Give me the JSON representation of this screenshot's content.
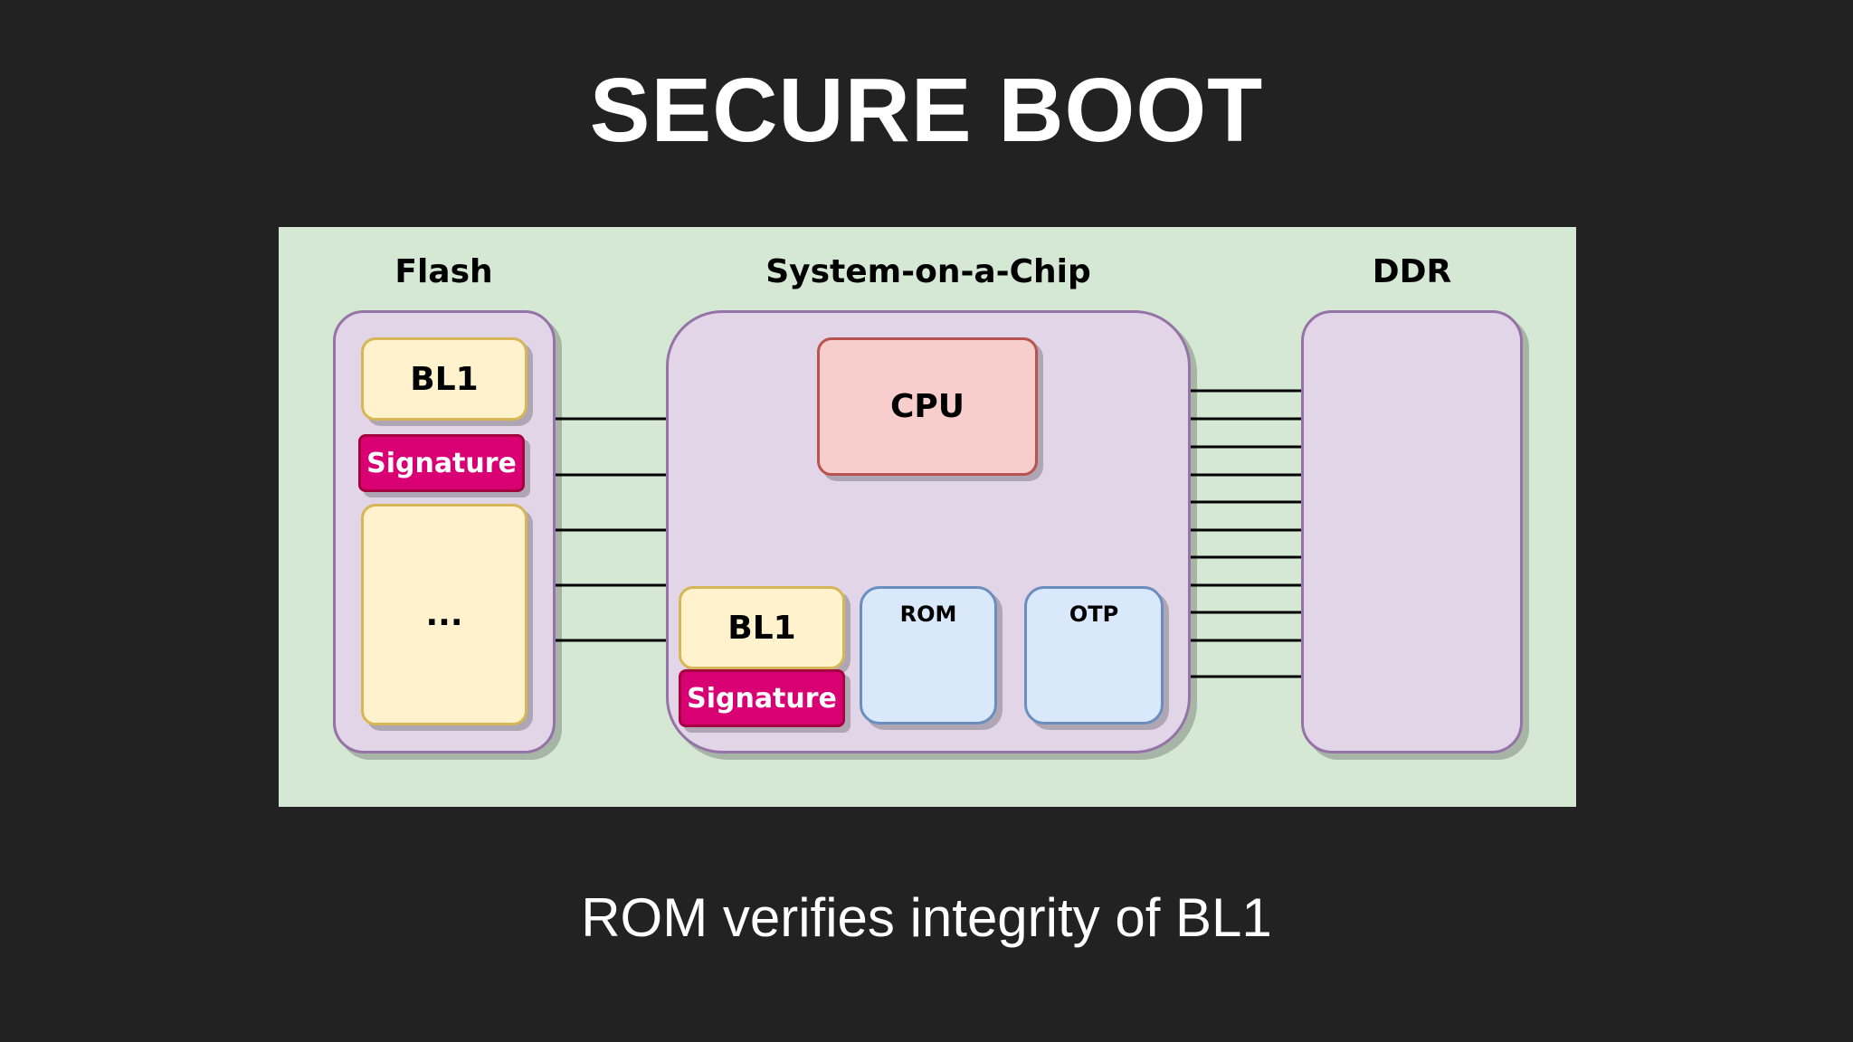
{
  "slide": {
    "title": "SECURE BOOT",
    "caption": "ROM verifies integrity of BL1"
  },
  "diagram": {
    "flash": {
      "label": "Flash",
      "bl1": "BL1",
      "signature": "Signature",
      "ellipsis": "..."
    },
    "soc": {
      "label": "System-on-a-Chip",
      "cpu": "CPU",
      "bl1": "BL1",
      "signature": "Signature",
      "rom": "ROM",
      "otp": "OTP"
    },
    "ddr": {
      "label": "DDR"
    }
  },
  "colors": {
    "background": "#222222",
    "diagram_background": "#d5e8d4",
    "container_fill": "#e1d5e7",
    "container_border": "#9673a6",
    "bl1_fill": "#fff2cc",
    "signature_fill": "#d80073",
    "cpu_fill": "#f8cecc",
    "memory_fill": "#dae8fc"
  }
}
